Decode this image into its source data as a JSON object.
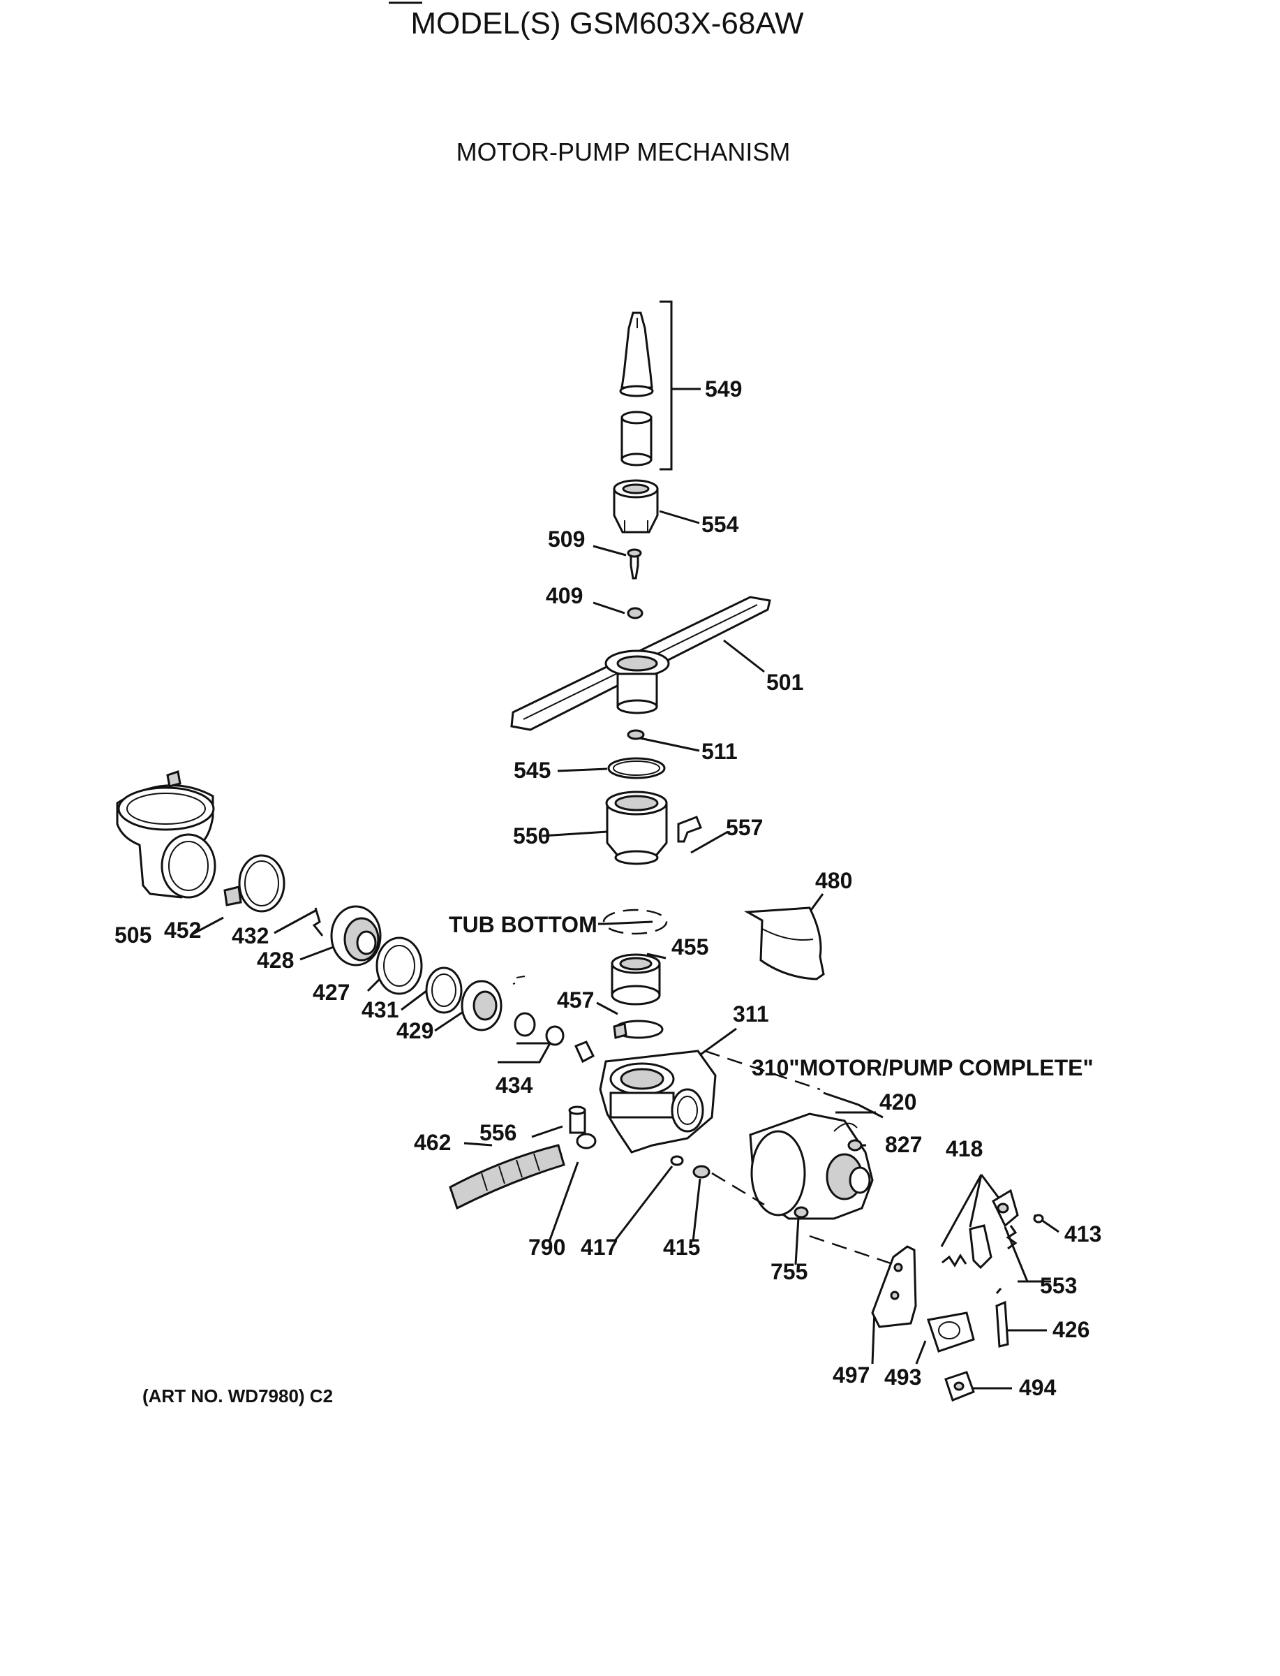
{
  "header": {
    "model": "MODEL(S) GSM603X-68AW",
    "section": "MOTOR-PUMP MECHANISM"
  },
  "notes": {
    "tub_bottom": "TUB BOTTOM",
    "motor_pump_complete": "310\"MOTOR/PUMP COMPLETE\"",
    "art_no": "(ART NO. WD7980) C2"
  },
  "callouts": [
    {
      "id": "549",
      "label": "549"
    },
    {
      "id": "554",
      "label": "554"
    },
    {
      "id": "509",
      "label": "509"
    },
    {
      "id": "409",
      "label": "409"
    },
    {
      "id": "501",
      "label": "501"
    },
    {
      "id": "511",
      "label": "511"
    },
    {
      "id": "545",
      "label": "545"
    },
    {
      "id": "550",
      "label": "550"
    },
    {
      "id": "557",
      "label": "557"
    },
    {
      "id": "480",
      "label": "480"
    },
    {
      "id": "505",
      "label": "505"
    },
    {
      "id": "452",
      "label": "452"
    },
    {
      "id": "432",
      "label": "432"
    },
    {
      "id": "428",
      "label": "428"
    },
    {
      "id": "427",
      "label": "427"
    },
    {
      "id": "431",
      "label": "431"
    },
    {
      "id": "429",
      "label": "429"
    },
    {
      "id": "455",
      "label": "455"
    },
    {
      "id": "457",
      "label": "457"
    },
    {
      "id": "311",
      "label": "311"
    },
    {
      "id": "434",
      "label": "434"
    },
    {
      "id": "420",
      "label": "420"
    },
    {
      "id": "556",
      "label": "556"
    },
    {
      "id": "462",
      "label": "462"
    },
    {
      "id": "827",
      "label": "827"
    },
    {
      "id": "418",
      "label": "418"
    },
    {
      "id": "413",
      "label": "413"
    },
    {
      "id": "790",
      "label": "790"
    },
    {
      "id": "417",
      "label": "417"
    },
    {
      "id": "415",
      "label": "415"
    },
    {
      "id": "755",
      "label": "755"
    },
    {
      "id": "553",
      "label": "553"
    },
    {
      "id": "426",
      "label": "426"
    },
    {
      "id": "497",
      "label": "497"
    },
    {
      "id": "493",
      "label": "493"
    },
    {
      "id": "494",
      "label": "494"
    }
  ]
}
